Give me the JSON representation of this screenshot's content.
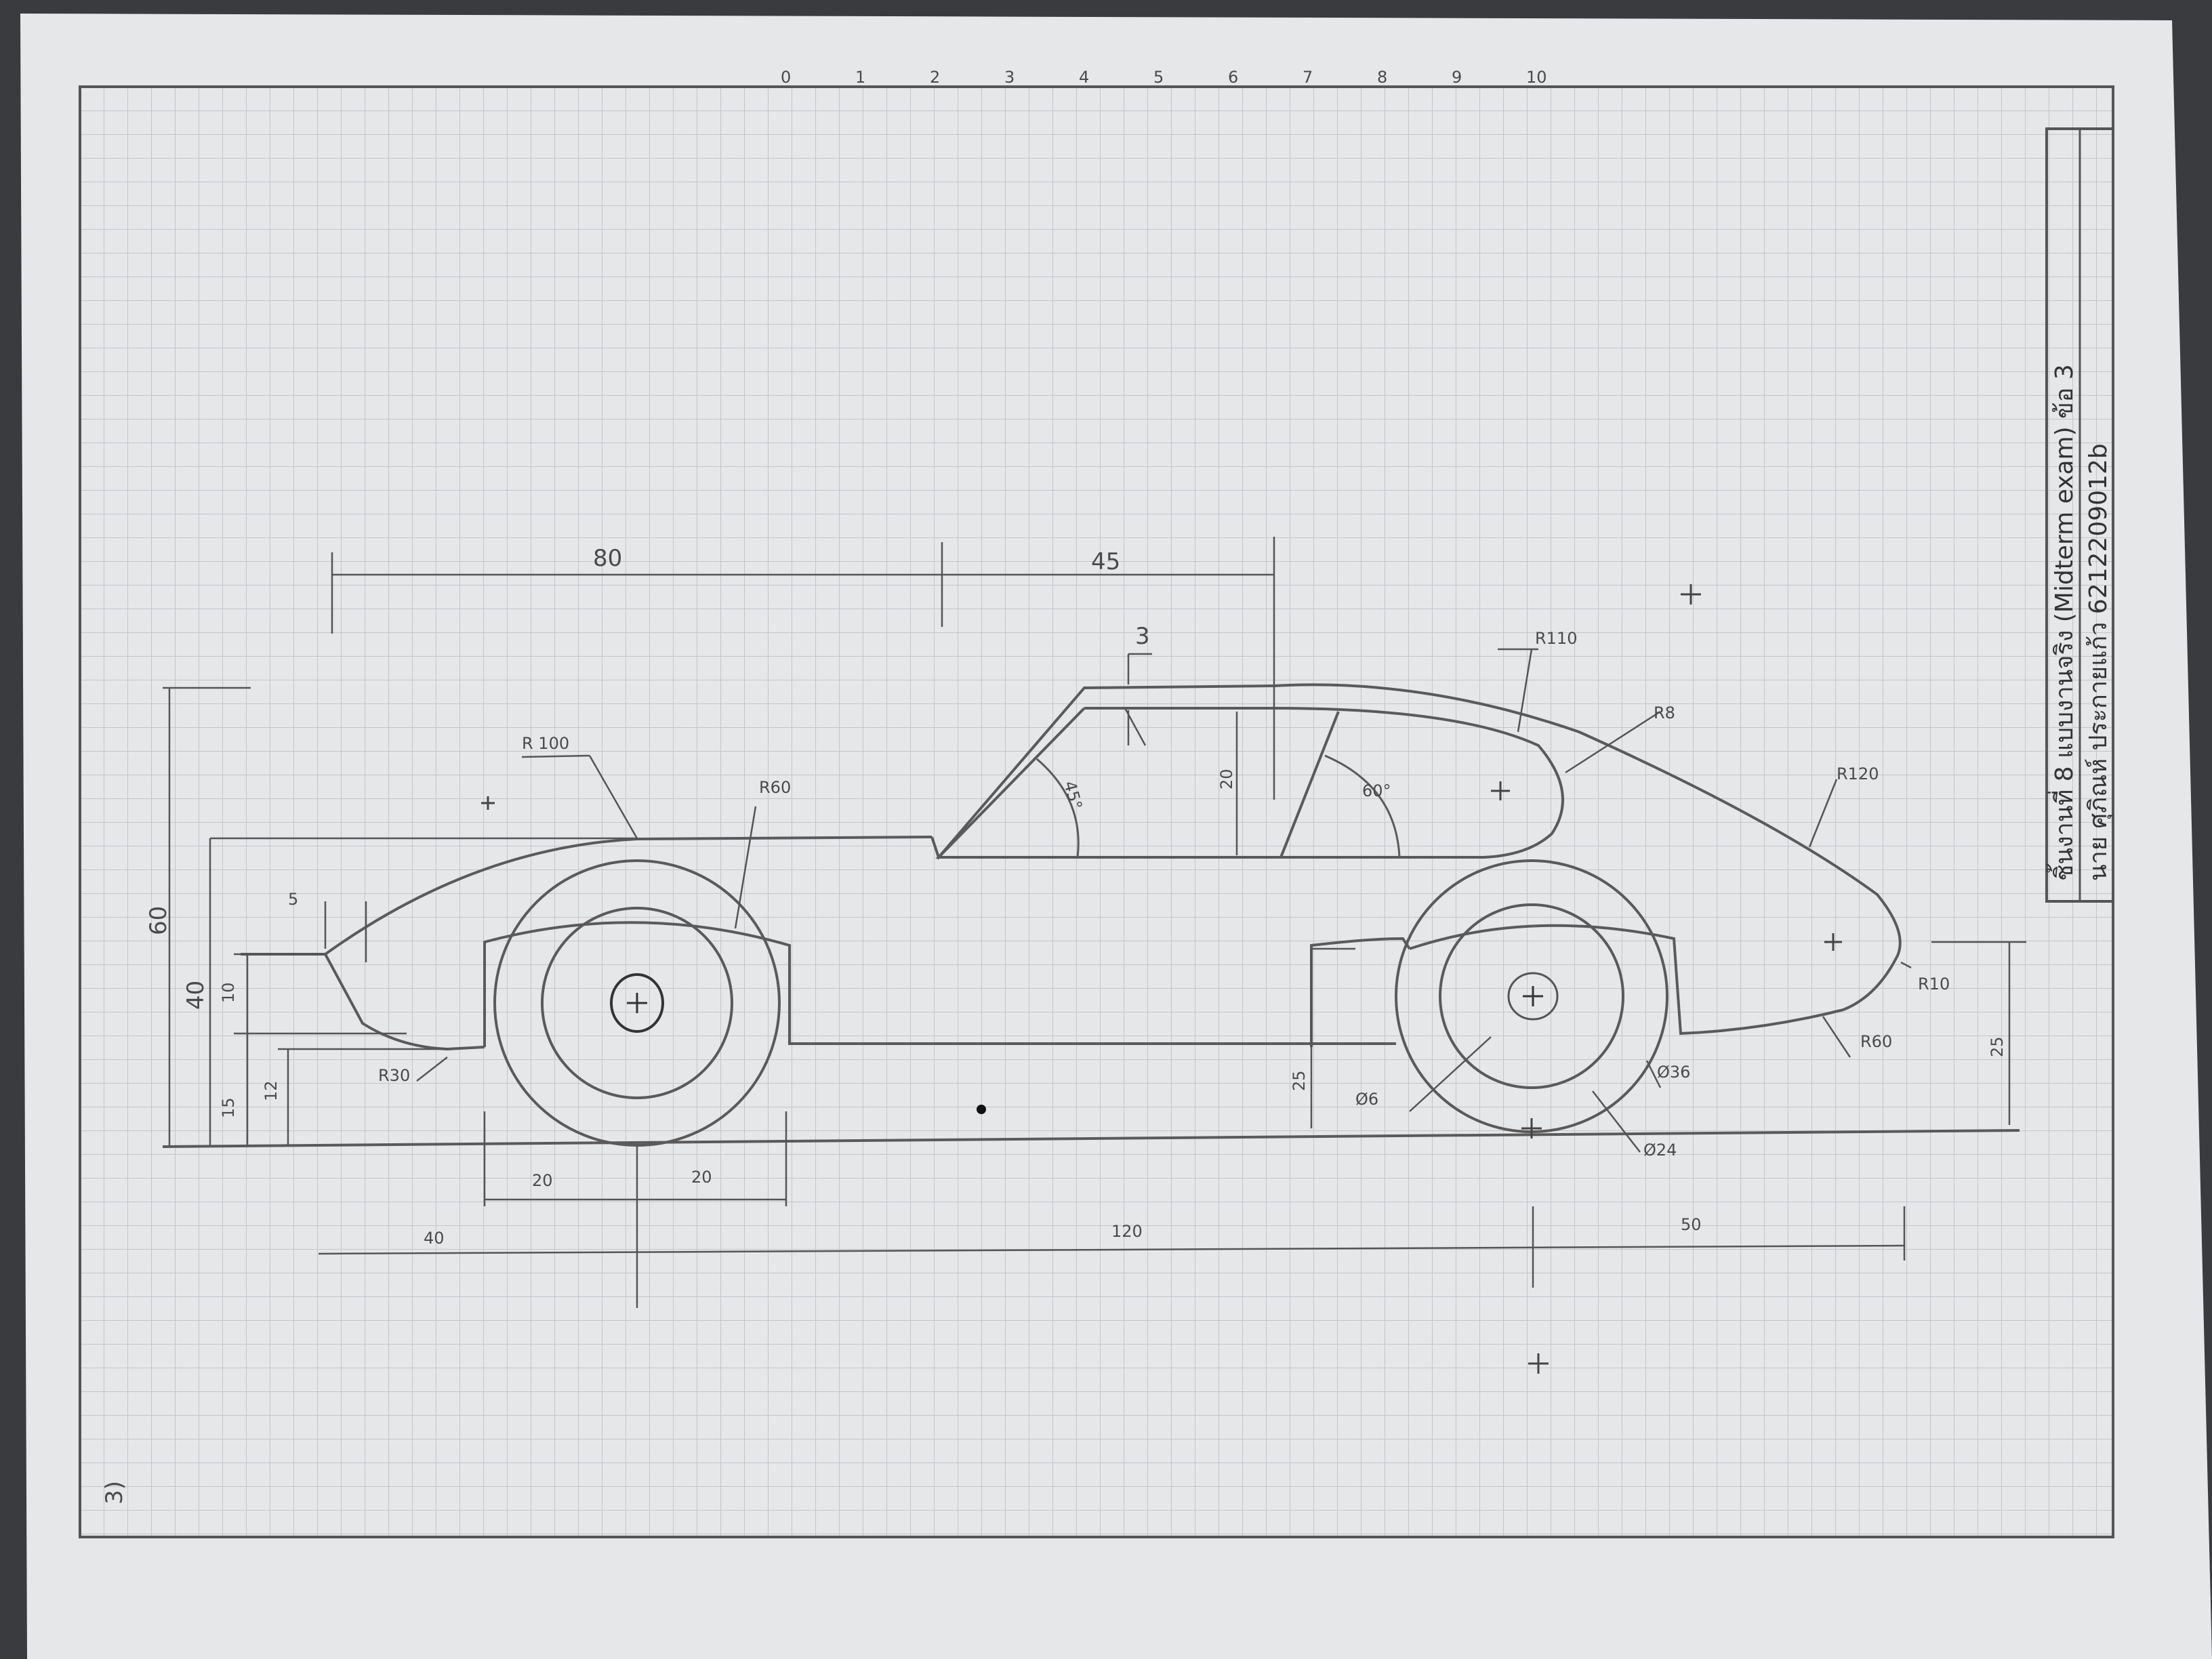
{
  "title_block": {
    "line1": "ชิ้นงานที่ 8 แบบงานจริง (Midterm exam) ข้อ 3",
    "line2": "นาย ศุภิณห์ ประกายแก้ว 6212209012b"
  },
  "corner_mark": "3)",
  "scale_ticks": [
    "0",
    "1",
    "2",
    "3",
    "4",
    "5",
    "6",
    "7",
    "8",
    "9",
    "10"
  ],
  "dimensions": {
    "top_80": "80",
    "top_45": "45",
    "roof_3": "3",
    "height_60": "60",
    "height_40": "40",
    "height_10": "10",
    "height_15": "15",
    "height_12": "12",
    "nose_5": "5",
    "window_20": "20",
    "angle_45": "45°",
    "angle_60": "60°",
    "r100": "R 100",
    "r60_front": "R60",
    "r110": "R110",
    "r8": "R8",
    "r120": "R120",
    "r10": "R10",
    "r60_rear": "R60",
    "r30": "R30",
    "rear_25_left": "25",
    "rear_25_right": "25",
    "dia6": "Ø6",
    "dia24": "Ø24",
    "dia36": "Ø36",
    "bottom_20a": "20",
    "bottom_20b": "20",
    "bottom_40": "40",
    "bottom_120": "120",
    "bottom_50": "50"
  },
  "colors": {
    "paper": "#e6e7e9",
    "grid": "#c3c5c9",
    "pencil": "#5a5a5a",
    "background": "#3a3b3e"
  }
}
